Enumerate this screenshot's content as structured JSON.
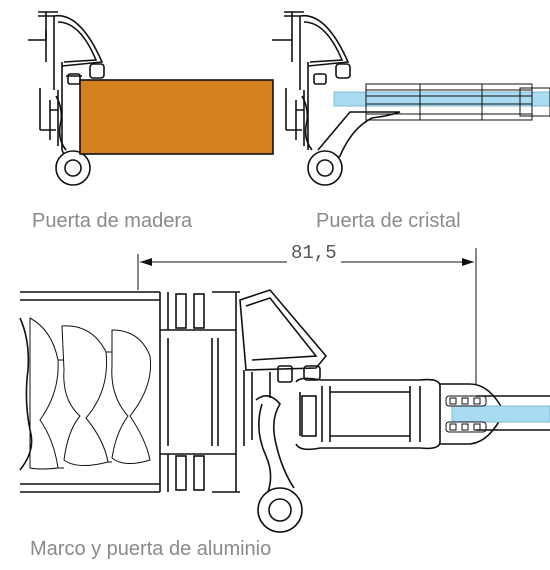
{
  "captions": {
    "wood_door": "Puerta de madera",
    "glass_door": "Puerta de cristal",
    "aluminum": "Marco y puerta de aluminio"
  },
  "dimension": {
    "label": "81,5"
  },
  "colors": {
    "wood": "#d4801f",
    "glass": "#a9dcf2",
    "line": "#111111",
    "caption": "#8a8a8a"
  }
}
